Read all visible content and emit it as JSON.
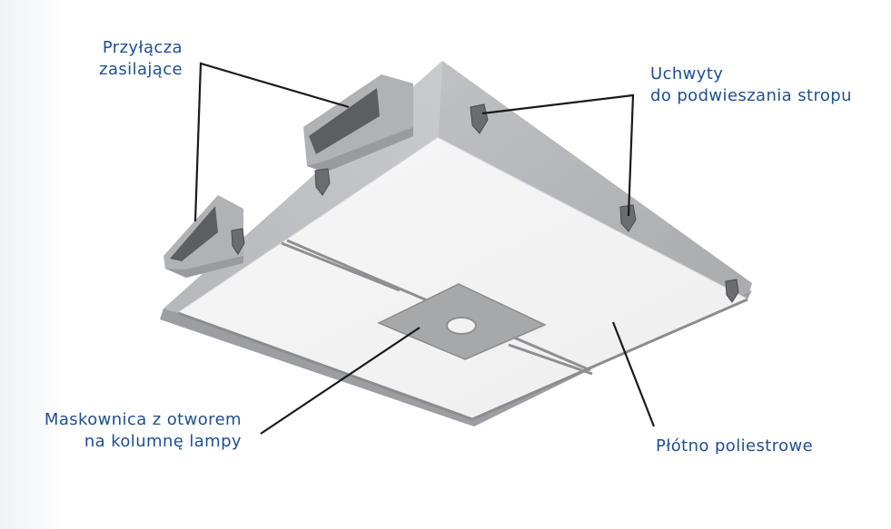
{
  "diagram": {
    "subject": "Ceiling luminaire panel with polyester canvas, mask plate and suspension brackets",
    "colors": {
      "label_text": "#1f4f94",
      "leader_line": "#1a1a1a",
      "frame_gray": "#b4b6b9",
      "frame_dark": "#8e9093",
      "diffuser": "#f4f4f4",
      "mask_plate": "#a7a8aa"
    },
    "labels": [
      {
        "id": "power",
        "lines": [
          "Przyłącza",
          "zasilające"
        ]
      },
      {
        "id": "hangers",
        "lines": [
          "Uchwyty",
          "do podwieszania stropu"
        ]
      },
      {
        "id": "mask",
        "lines": [
          "Maskownica z otworem",
          "na kolumnę lampy"
        ]
      },
      {
        "id": "canvas",
        "lines": [
          "Płótno poliestrowe"
        ]
      }
    ]
  }
}
